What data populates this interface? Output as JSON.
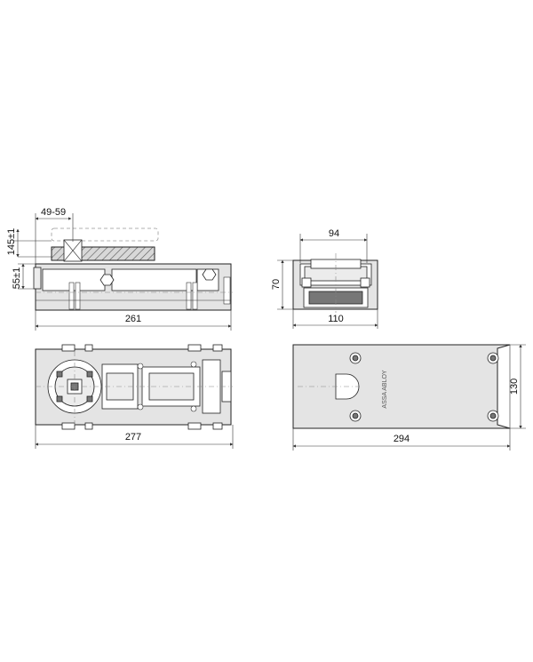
{
  "dimensions": {
    "door_offset": "49-59",
    "top_height": "145±1",
    "floor_offset": "55±1",
    "side_length": "261",
    "top_length": "277",
    "cover_length": "294",
    "cover_height": "130",
    "end_width_inner": "94",
    "end_width_outer": "110",
    "end_height": "70"
  },
  "brand_mark": "ASSA ABLOY",
  "colors": {
    "body_fill": "#e4e4e4",
    "hatch": "#555555",
    "line": "#222222"
  }
}
